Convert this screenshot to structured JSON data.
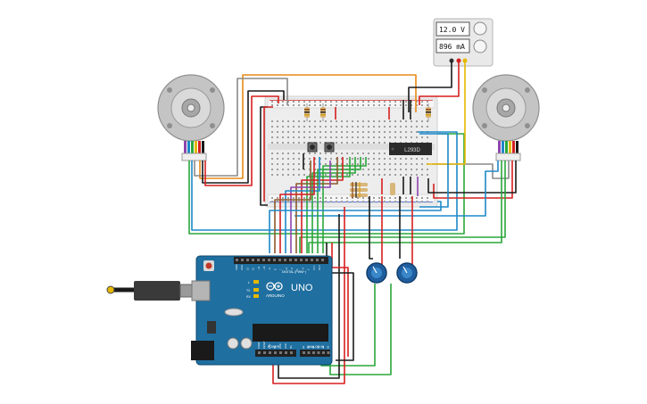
{
  "power_supply": {
    "voltage": "12.0 V",
    "current": "896 mA"
  },
  "breadboard": {
    "chip_label": "L293D"
  },
  "arduino": {
    "brand": "ARDUINO",
    "model": "UNO",
    "digital_label": "DIGITAL (PWM~)",
    "power_label": "POWER",
    "analog_label": "ANALOG IN",
    "led_l": "L",
    "led_tx": "TX",
    "led_rx": "RX",
    "digital_pins": [
      "AREF",
      "GND",
      "13",
      "12",
      "~11",
      "~10",
      "~9",
      "8",
      "7",
      "~6",
      "~5",
      "4",
      "~3",
      "2",
      "TX 1",
      "RX 0"
    ],
    "power_pins": [
      "IOREF",
      "RESET",
      "3.3V",
      "5V",
      "GND",
      "GND",
      "Vin"
    ],
    "analog_pins": [
      "A0",
      "A1",
      "A2",
      "A3",
      "A4",
      "A5"
    ]
  },
  "colors": {
    "wire_red": "#d61f1f",
    "wire_black": "#1a1a1a",
    "wire_orange": "#e68a16",
    "wire_green": "#2aa63a",
    "wire_blue": "#1e88c8",
    "wire_purple": "#8e44ad",
    "wire_gray": "#8a8a8a",
    "wire_brown": "#8b5a2b",
    "wire_yellow": "#e6b800",
    "arduino_blue": "#1f6fa0",
    "breadboard": "#eeeeee"
  }
}
